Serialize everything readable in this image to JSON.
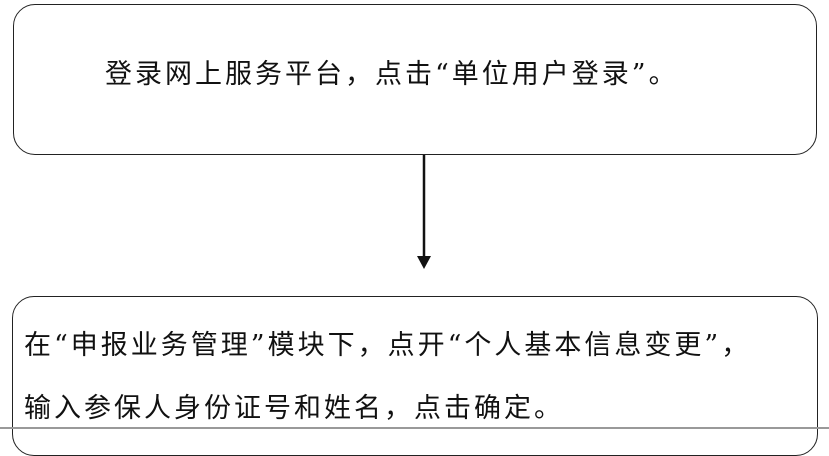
{
  "steps": [
    {
      "text": "登录网上服务平台，点击“单位用户登录”。"
    },
    {
      "line1": "在“申报业务管理”模块下，点开“个人基本信息变更”，",
      "line2": "输入参保人身份证号和姓名，点击确定。"
    }
  ]
}
